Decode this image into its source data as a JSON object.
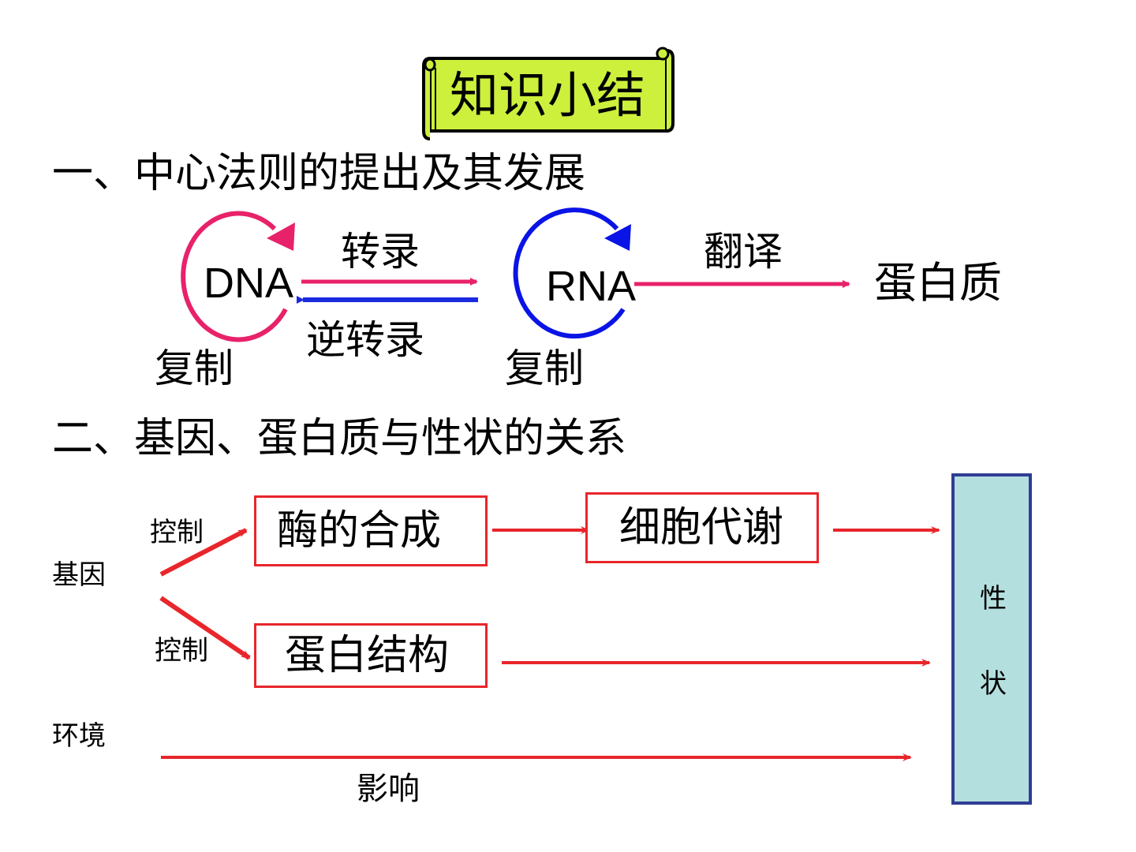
{
  "title": "知识小结",
  "section1": {
    "heading": "一、中心法则的提出及其发展",
    "dna": "DNA",
    "rna": "RNA",
    "protein": "蛋白质",
    "transcription": "转录",
    "reverse_transcription": "逆转录",
    "translation": "翻译",
    "dna_replication": "复制",
    "rna_replication": "复制"
  },
  "section2": {
    "heading": "二、基因、蛋白质与性状的关系",
    "gene": "基因",
    "environment": "环境",
    "control_top": "控制",
    "control_bottom": "控制",
    "enzyme_synthesis": "酶的合成",
    "cell_metabolism": "细胞代谢",
    "protein_structure": "蛋白结构",
    "influence": "影响",
    "trait_char1": "性",
    "trait_char2": "状"
  },
  "colors": {
    "scroll_fill": "#ccf03c",
    "dna_arrow": "#e8226a",
    "rna_arrow": "#0a14e6",
    "reverse_arrow": "#1a2be0",
    "flow_red": "#e8262b",
    "trait_fill": "#b4dfdf",
    "trait_border": "#2f3d94"
  }
}
